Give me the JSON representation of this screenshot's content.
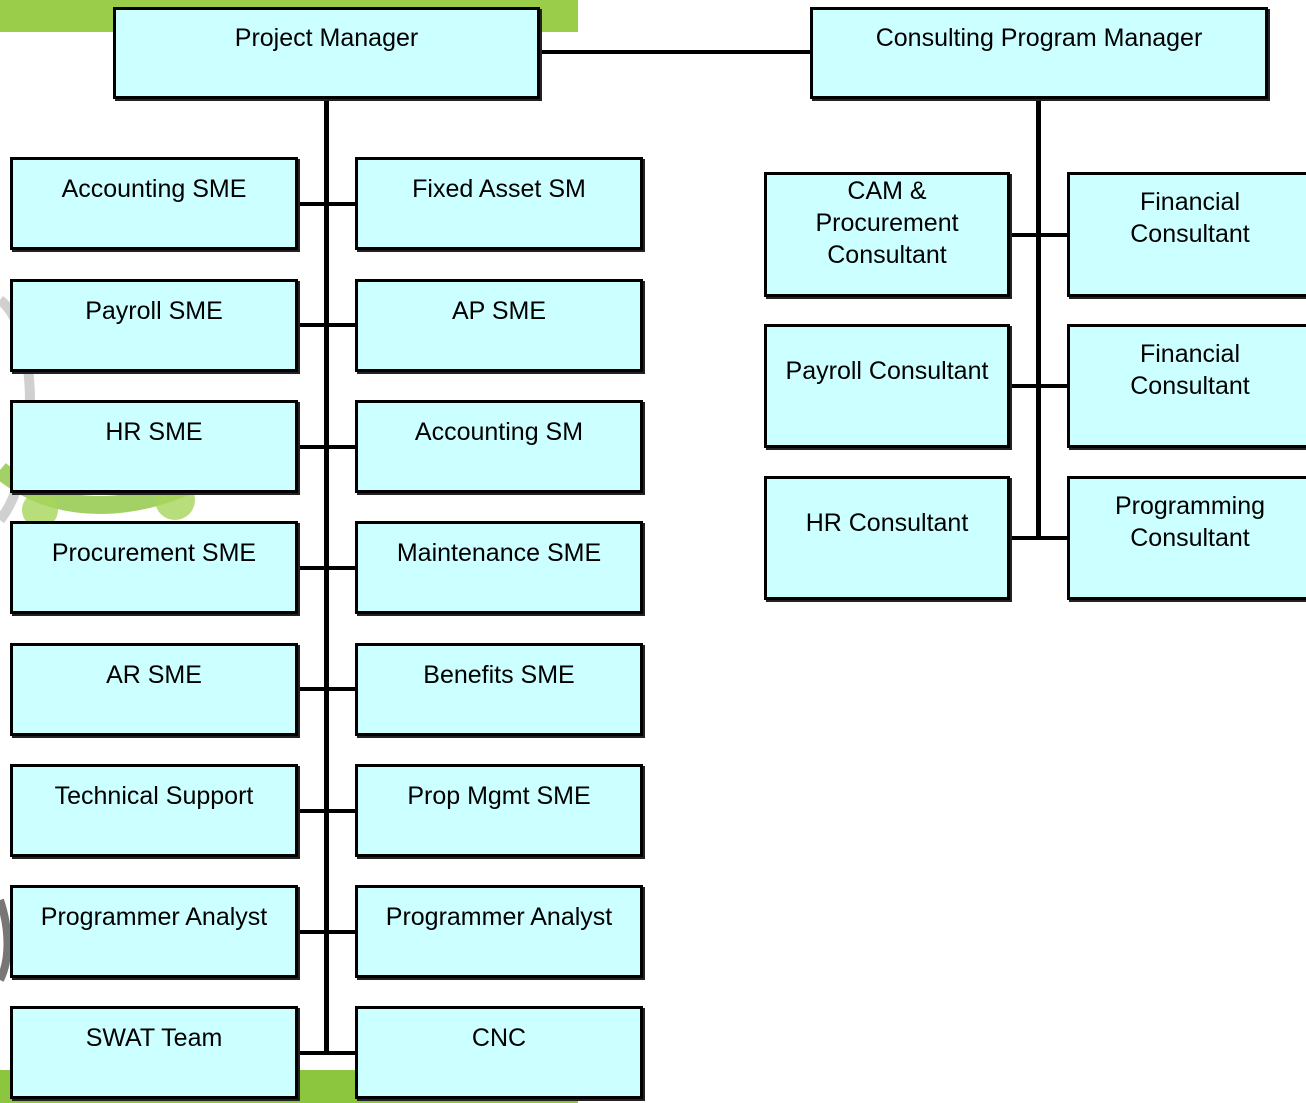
{
  "top": {
    "project_manager": "Project Manager",
    "consulting_program_manager": "Consulting Program Manager"
  },
  "left_column": [
    "Accounting SME",
    "Payroll SME",
    "HR SME",
    "Procurement SME",
    "AR SME",
    "Technical Support",
    "Programmer Analyst",
    "SWAT Team"
  ],
  "middle_column": [
    "Fixed Asset SM",
    "AP SME",
    "Accounting SM",
    "Maintenance SME",
    "Benefits SME",
    "Prop Mgmt SME",
    "Programmer Analyst",
    "CNC"
  ],
  "consultants_left": [
    "CAM  &\nProcurement\nConsultant",
    "Payroll Consultant",
    "HR Consultant"
  ],
  "consultants_right": [
    "Financial\nConsultant",
    "Financial\nConsultant",
    "Programming\nConsultant"
  ],
  "colors": {
    "box_fill": "#ccffff",
    "line": "#000000",
    "background_green": "#8cc63f"
  }
}
